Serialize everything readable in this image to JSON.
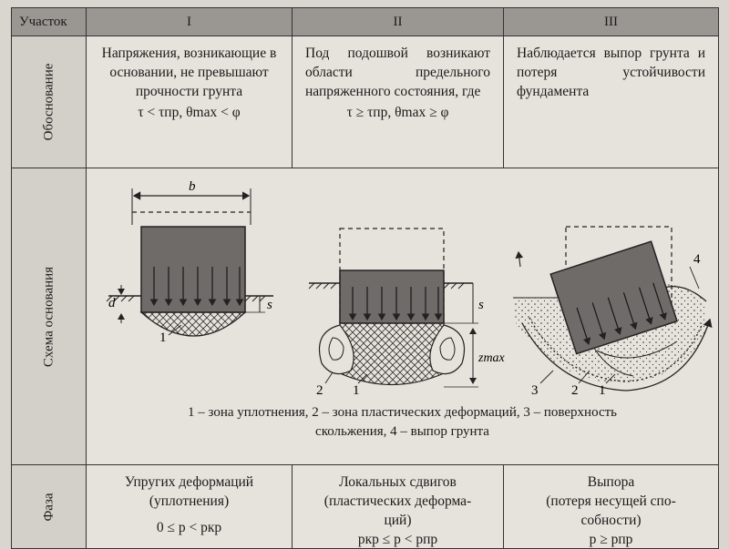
{
  "header": {
    "col0": "Участок",
    "col1": "I",
    "col2": "II",
    "col3": "III"
  },
  "rows": {
    "basis_label": "Обоснование",
    "scheme_label": "Схема основания",
    "phase_label": "Фаза"
  },
  "basis": {
    "c1_text": "Напряжения, возникающие в основании, не превышают прочности грунта",
    "c1_formula": "τ < τпр,  θmax < φ",
    "c2_text": "Под подошвой возникают области предельного напряженного состояния, где",
    "c2_formula": "τ ≥ τпр,  θmax ≥ φ",
    "c3_text": "Наблюдается выпор грунта и потеря устойчивости фундамента"
  },
  "scheme": {
    "c1_labels": {
      "b": "b",
      "d": "d",
      "s": "s",
      "one": "1"
    },
    "c2_labels": {
      "s": "s",
      "zmax": "zmax",
      "one": "1",
      "two": "2"
    },
    "c3_labels": {
      "one": "1",
      "two": "2",
      "three": "3",
      "four": "4"
    },
    "legend_line1": "1 – зона уплотнения, 2 – зона пластических деформаций, 3 – поверхность",
    "legend_line2": "скольжения, 4 – выпор грунта"
  },
  "phase": {
    "c1_title1": "Упругих деформаций",
    "c1_title2": "(уплотнения)",
    "c1_formula": "0 ≤ p < pкр",
    "c2_title1": "Локальных сдвигов",
    "c2_title2": "(пластических деформа-",
    "c2_title3": "ций)",
    "c2_formula": "pкр ≤ p < pпр",
    "c3_title1": "Выпора",
    "c3_title2": "(потеря несущей спо-",
    "c3_title3": "собности)",
    "c3_formula": "p ≥ pпр"
  },
  "colors": {
    "header_bg": "#9a9793",
    "foundation": "#6e6b69",
    "paper": "#e6e3dc"
  }
}
